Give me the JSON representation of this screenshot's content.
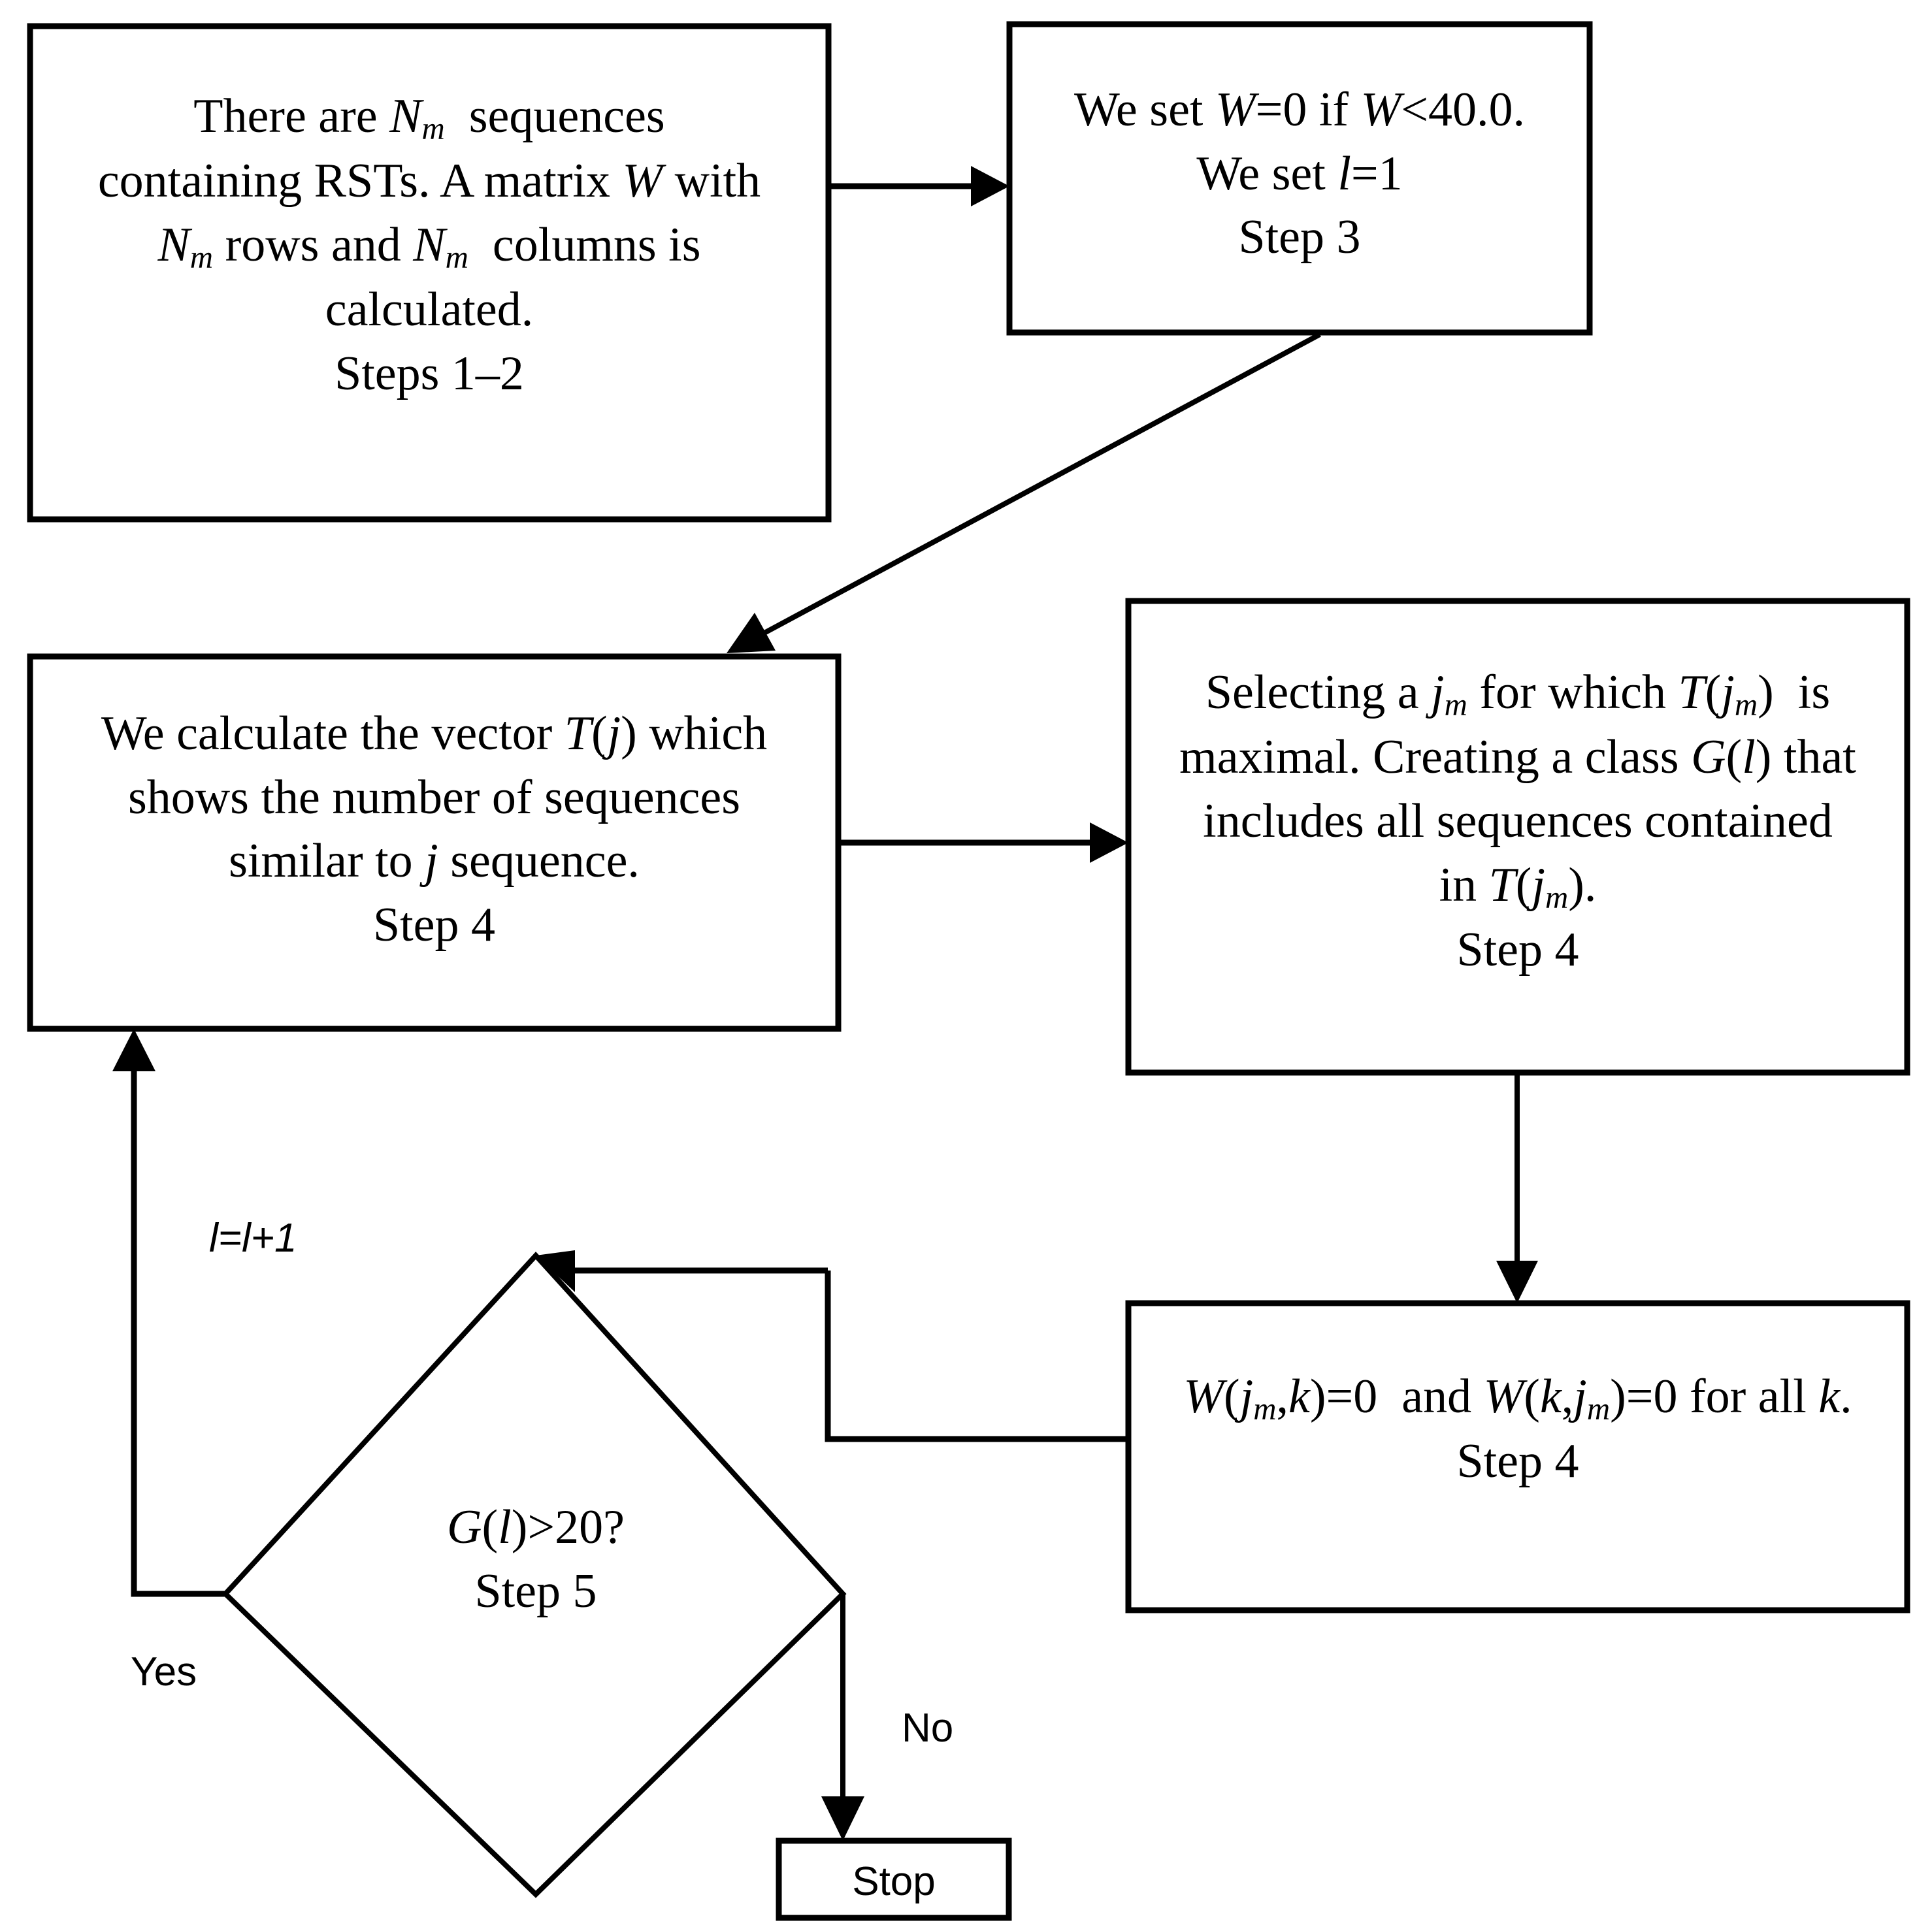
{
  "diagram": {
    "title": "Clustering algorithm flowchart",
    "type": "flowchart",
    "background_color": "#ffffff",
    "line_color": "#000000",
    "nodes": [
      {
        "id": "box-start",
        "shape": "rectangle",
        "text": "There are Nm  sequences containing RSTs. A matrix W with Nm rows and Nm  columns is calculated.\nSteps 1–2",
        "lines": [
          "There are Nₘ  sequences",
          "containing RSTs. A matrix W with",
          "Nₘ rows and Nₘ  columns is",
          "calculated.",
          "Steps 1–2"
        ],
        "step": "Steps 1–2"
      },
      {
        "id": "box-threshold",
        "shape": "rectangle",
        "text": "We set W=0 if W<40.0.\nWe set l=1\nStep 3",
        "lines": [
          "We set W=0 if W<40.0.",
          "We set l=1",
          "Step 3"
        ],
        "step": "Step 3"
      },
      {
        "id": "box-vector-t",
        "shape": "rectangle",
        "text": "We calculate the vector T(j) which shows the number of sequences similar to j sequence.\nStep 4",
        "lines": [
          "We calculate the vector T(j) which",
          "shows the number of sequences",
          "similar to j sequence.",
          "Step 4"
        ],
        "step": "Step 4"
      },
      {
        "id": "box-select-jm",
        "shape": "rectangle",
        "text": "Selecting a jm for which T(jm)  is maximal. Creating a class G(l) that includes all sequences contained in T(jm).\nStep 4",
        "lines": [
          "Selecting a jₘ for which T(jₘ)  is",
          "maximal. Creating a class G(l) that",
          "includes all sequences contained",
          "in T(jₘ).",
          "Step 4"
        ],
        "step": "Step 4"
      },
      {
        "id": "box-zero-w",
        "shape": "rectangle",
        "text": "W(jm,k)=0  and W(k,jm)=0 for all k.\nStep 4",
        "lines": [
          "W(jₘ,k)=0  and W(k,jₘ)=0 for all k.",
          "Step 4"
        ],
        "step": "Step 4"
      },
      {
        "id": "diamond-decision",
        "shape": "diamond",
        "text": "G(l)>20?\nStep 5",
        "lines": [
          "G(l)>20?",
          "Step 5"
        ],
        "step": "Step 5"
      },
      {
        "id": "box-stop",
        "shape": "rectangle",
        "text": "Stop",
        "lines": [
          "Stop"
        ]
      }
    ],
    "edge_labels": {
      "increment": "l=l+1",
      "yes": "Yes",
      "no": "No"
    },
    "edges": [
      {
        "from": "box-start",
        "to": "box-threshold",
        "label": ""
      },
      {
        "from": "box-threshold",
        "to": "box-vector-t",
        "label": ""
      },
      {
        "from": "box-vector-t",
        "to": "box-select-jm",
        "label": ""
      },
      {
        "from": "box-select-jm",
        "to": "box-zero-w",
        "label": ""
      },
      {
        "from": "box-zero-w",
        "to": "diamond-decision",
        "label": ""
      },
      {
        "from": "diamond-decision",
        "to": "box-vector-t",
        "label": "Yes"
      },
      {
        "from": "diamond-decision",
        "to": "box-stop",
        "label": "No"
      }
    ]
  }
}
